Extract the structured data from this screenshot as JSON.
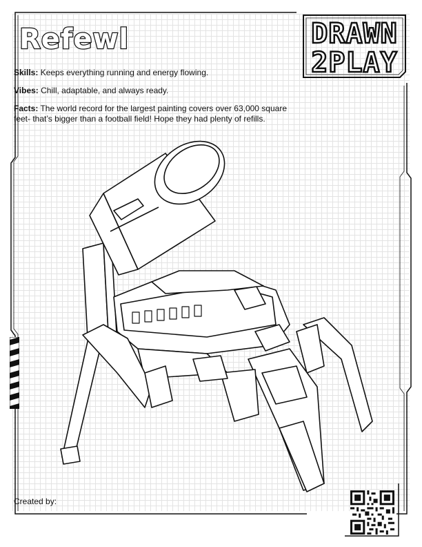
{
  "card": {
    "title": "Refewl",
    "skills_label": "Skills:",
    "skills_text": "Keeps everything running and energy flowing.",
    "vibes_label": "Vibes:",
    "vibes_text": "Chill, adaptable, and always ready.",
    "facts_label": "Facts:",
    "facts_text": "The world record for the largest painting covers over 63,000 square feet- that’s bigger than a football field! Hope they had plenty of refills."
  },
  "logo": {
    "line1": "DRAWN",
    "line2": "2PLAY"
  },
  "footer": {
    "created_by": "Created by:"
  },
  "icons": {
    "qr": "qr-code-icon",
    "robot": "robot-illustration"
  },
  "colors": {
    "ink": "#111111",
    "grid": "#e3e3e3",
    "paper": "#ffffff"
  }
}
